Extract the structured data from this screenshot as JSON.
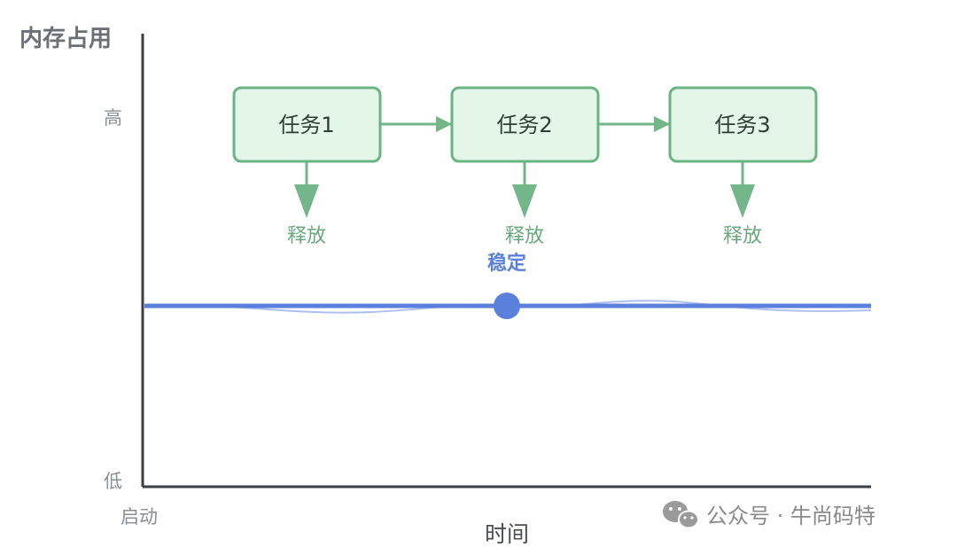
{
  "y_axis": {
    "title": "内存占用",
    "high_label": "高",
    "low_label": "低"
  },
  "x_axis": {
    "start_label": "启动",
    "title": "时间"
  },
  "tasks": [
    {
      "label": "任务1",
      "release_label": "释放"
    },
    {
      "label": "任务2",
      "release_label": "释放"
    },
    {
      "label": "任务3",
      "release_label": "释放"
    }
  ],
  "memory_line": {
    "stable_label": "稳定"
  },
  "watermark": {
    "icon": "wechat-icon",
    "text": "公众号 · 牛尚码特"
  },
  "colors": {
    "task_fill": "#e3f6e7",
    "task_border": "#6ab483",
    "release_arrow": "#72b68a",
    "memory_line": "#5b80dc",
    "axis": "#3a3f47"
  }
}
